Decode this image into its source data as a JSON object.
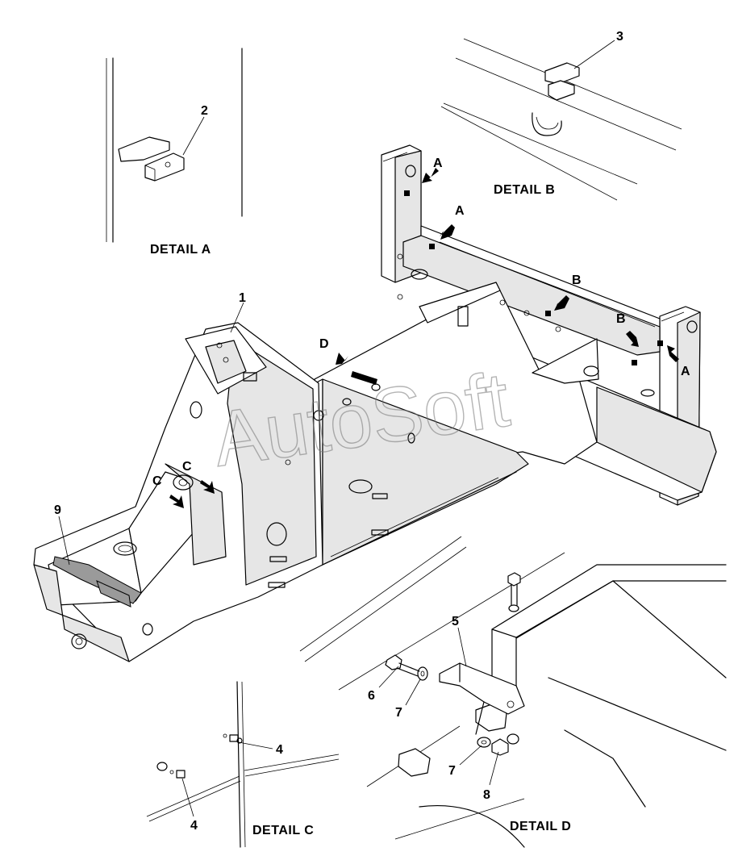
{
  "details": {
    "a": "DETAIL A",
    "b": "DETAIL B",
    "c": "DETAIL C",
    "d": "DETAIL D"
  },
  "view_markers": {
    "a": "A",
    "b": "B",
    "c": "C",
    "d": "D"
  },
  "callouts": {
    "n1": "1",
    "n2": "2",
    "n3": "3",
    "n4": "4",
    "n5": "5",
    "n6": "6",
    "n7": "7",
    "n8": "8",
    "n9": "9"
  },
  "watermark": "AutoSoft"
}
